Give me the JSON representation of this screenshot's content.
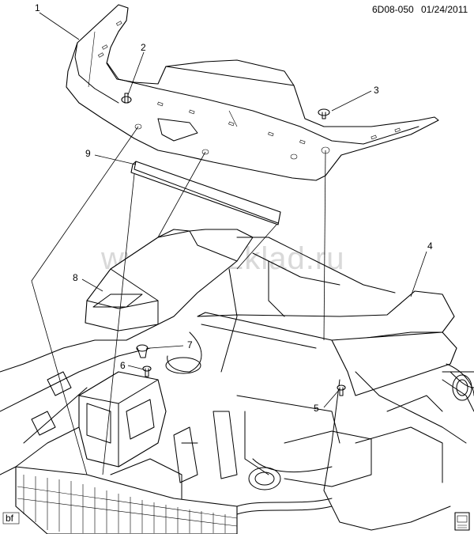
{
  "header": {
    "diagram_id": "6D08-050",
    "date": "01/24/2011"
  },
  "watermark": "www.gruzklad.ru",
  "callouts": [
    {
      "id": "1"
    },
    {
      "id": "2"
    },
    {
      "id": "3"
    },
    {
      "id": "4"
    },
    {
      "id": "5"
    },
    {
      "id": "6"
    },
    {
      "id": "7"
    },
    {
      "id": "8"
    },
    {
      "id": "9"
    }
  ],
  "corner_tag": "bf"
}
